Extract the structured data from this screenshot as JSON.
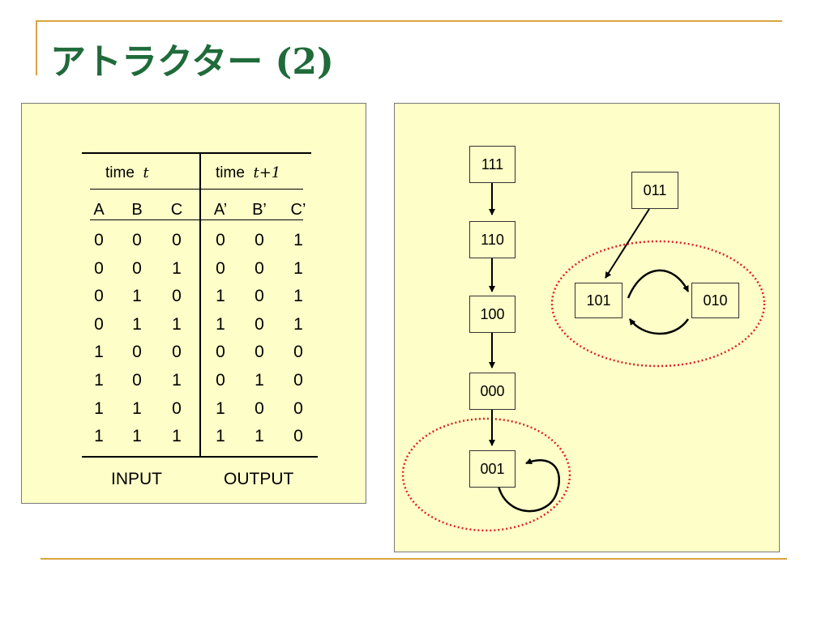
{
  "title": "アトラクター (2)",
  "table": {
    "header_left_word": "time",
    "header_left_var": "t",
    "header_right_word": "time",
    "header_right_var": "t+1",
    "inputs": [
      "A",
      "B",
      "C"
    ],
    "outputs": [
      "A’",
      "B’",
      "C’"
    ],
    "rows": [
      [
        "0",
        "0",
        "0",
        "0",
        "0",
        "1"
      ],
      [
        "0",
        "0",
        "1",
        "0",
        "0",
        "1"
      ],
      [
        "0",
        "1",
        "0",
        "1",
        "0",
        "1"
      ],
      [
        "0",
        "1",
        "1",
        "1",
        "0",
        "1"
      ],
      [
        "1",
        "0",
        "0",
        "0",
        "0",
        "0"
      ],
      [
        "1",
        "0",
        "1",
        "0",
        "1",
        "0"
      ],
      [
        "1",
        "1",
        "0",
        "1",
        "0",
        "0"
      ],
      [
        "1",
        "1",
        "1",
        "1",
        "1",
        "0"
      ]
    ],
    "footer_input": "INPUT",
    "footer_output": "OUTPUT"
  },
  "diagram": {
    "states": {
      "n111": "111",
      "n110": "110",
      "n100": "100",
      "n000": "000",
      "n001": "001",
      "n011": "011",
      "n101": "101",
      "n010": "010"
    },
    "transitions": [
      [
        "111",
        "110"
      ],
      [
        "110",
        "100"
      ],
      [
        "100",
        "000"
      ],
      [
        "000",
        "001"
      ],
      [
        "001",
        "001"
      ],
      [
        "011",
        "101"
      ],
      [
        "101",
        "010"
      ],
      [
        "010",
        "101"
      ]
    ],
    "colors": {
      "arrow": "#000000",
      "attractor_ring": "#dd2222",
      "panel": "#fefec8"
    }
  }
}
